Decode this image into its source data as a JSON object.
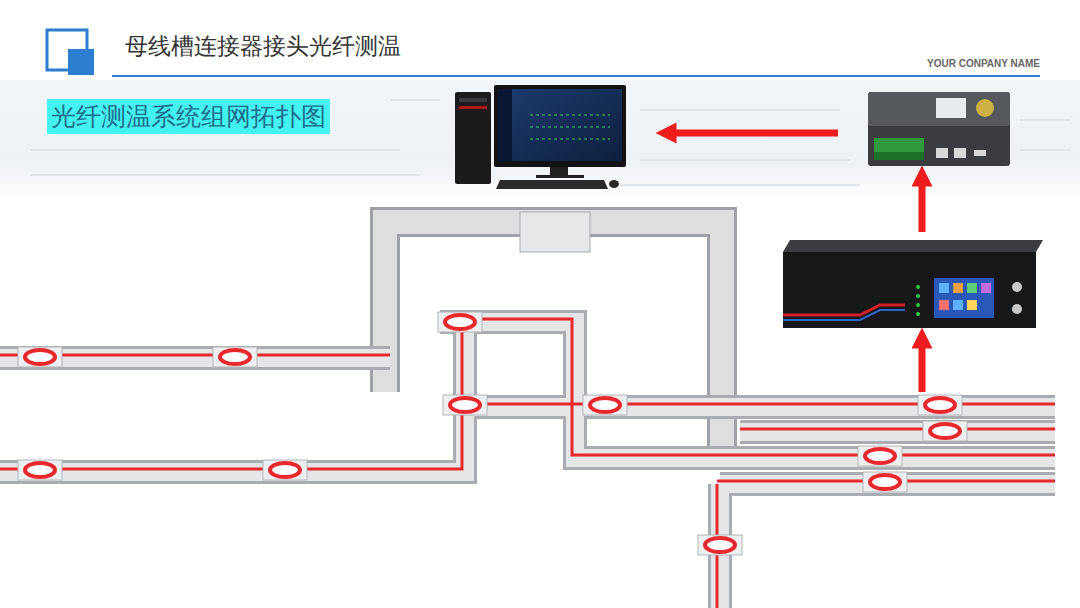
{
  "diagram": {
    "title": "母线槽连接器接头光纤测温",
    "labels": [
      "YOUR CONPANY NAME",
      "光纤测温系统组网拓扑图"
    ]
  }
}
